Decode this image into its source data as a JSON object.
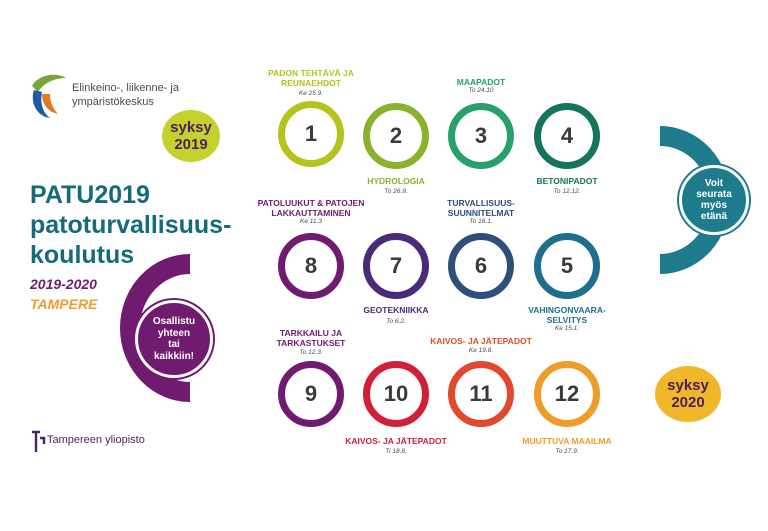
{
  "ely_logo": {
    "text": "Elinkeino-, liikenne- ja\nympäristökeskus"
  },
  "title": "PATU2019\npatoturvallisuus-\nkoulutus",
  "years": "2019-2020",
  "city": "TAMPERE",
  "start_badge": "syksy\n2019",
  "end_badge": "syksy\n2020",
  "remote_badge": "Voit\nseurata\nmyös\netänä",
  "join_badge": "Osallistu\nyhteen\ntai\nkaikkiin!",
  "university": "Tampereen yliopisto",
  "colors": {
    "start": "#c5d22e",
    "end": "#f0b72a",
    "teal": "#1e7b8c",
    "purple": "#6f1c70",
    "c1": "#c5d22e",
    "c2": "#8ed0a8",
    "c3": "#27a06a",
    "c4": "#16735c",
    "c5": "#1e6f8c",
    "c6": "#2e5f8a",
    "c7": "#4a2a7a",
    "c8": "#6f1c70",
    "c9": "#6f1c70",
    "c10": "#d11f35",
    "c11": "#ea6a2a",
    "c12": "#f0b72a"
  },
  "sessions": [
    {
      "num": "1",
      "label": "PADON TEHTÄVÄ JA\nREUNAEHDOT",
      "date": "Ke 25.9.",
      "color": "#b5c31c"
    },
    {
      "num": "2",
      "label": "HYDROLOGIA",
      "date": "To 26.9.",
      "color": "#8ab22c"
    },
    {
      "num": "3",
      "label": "MAAPADOT",
      "date": "To 24.10",
      "color": "#27a06a"
    },
    {
      "num": "4",
      "label": "BETONIPADOT",
      "date": "To 12.12.",
      "color": "#16735c"
    },
    {
      "num": "5",
      "label": "VAHINGONVAARA-\nSELVITYS",
      "date": "Ke 15.1.",
      "color": "#1e6f8c"
    },
    {
      "num": "6",
      "label": "TURVALLISUUS-\nSUUNNITELMAT",
      "date": "To 16.1.",
      "color": "#2e4f7a"
    },
    {
      "num": "7",
      "label": "GEOTEKNIIKKA",
      "date": "To 6.2.",
      "color": "#4a2a7a"
    },
    {
      "num": "8",
      "label": "PATOLUUKUT & PATOJEN\nLAKKAUTTAMINEN",
      "date": "Ke 11.3",
      "color": "#6f1c70"
    },
    {
      "num": "9",
      "label": "TARKKAILU JA\nTARKASTUKSET",
      "date": "To 12.3.",
      "color": "#6f1c70"
    },
    {
      "num": "10",
      "label": "KAIVOS- JA JÄTEPADOT",
      "date": "Ti 18.8.",
      "color": "#d11f35"
    },
    {
      "num": "11",
      "label": "KAIVOS- JA JÄTEPADOT",
      "date": "Ke 19.8.",
      "color": "#e0492e"
    },
    {
      "num": "12",
      "label": "MUUTTUVA MAAILMA",
      "date": "To 17.9.",
      "color": "#ef9d2a"
    }
  ]
}
